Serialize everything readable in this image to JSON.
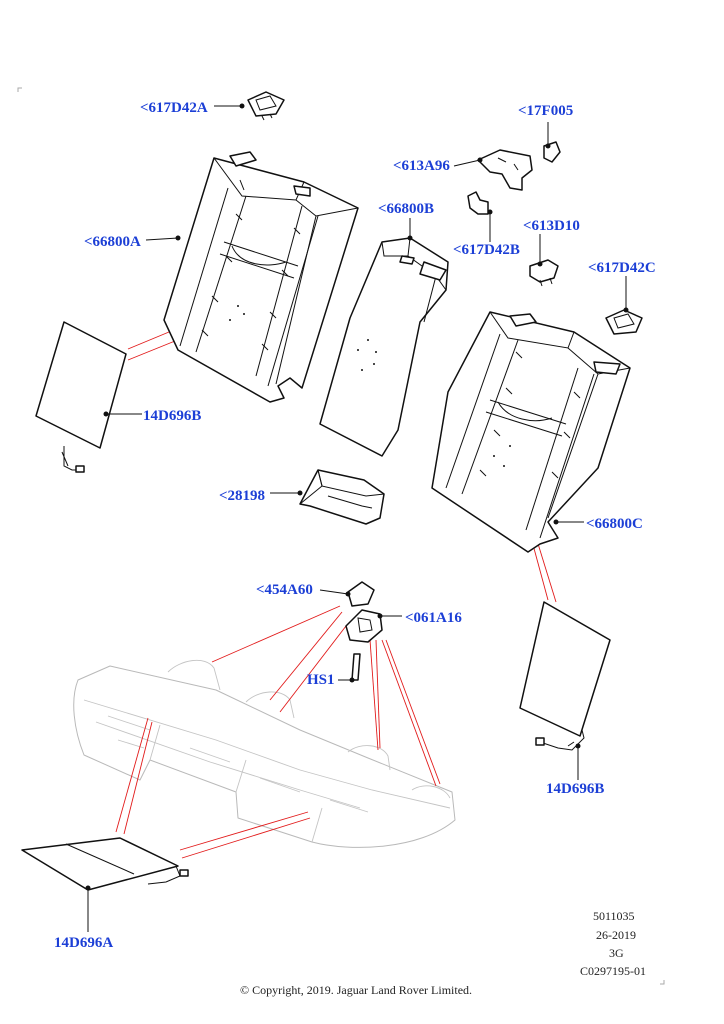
{
  "diagram": {
    "labels": [
      "<617D42A",
      "<17F005",
      "<613A96",
      "<66800B",
      "<66800A",
      "<617D42B",
      "<613D10",
      "<617D42C",
      "14D696B",
      "<28198",
      "<66800C",
      "<454A60",
      "<061A16",
      "HS1",
      "14D696B",
      "14D696A"
    ],
    "reference": {
      "number": "5011035",
      "date": "26-2019",
      "variant": "3G",
      "code": "C0297195-01"
    },
    "copyright": "© Copyright, 2019. Jaguar Land Rover Limited.",
    "colors": {
      "label": "#1c3fd6",
      "callout": "#e21b1b",
      "outline": "#111111",
      "ghost": "#b9b9b9"
    }
  }
}
